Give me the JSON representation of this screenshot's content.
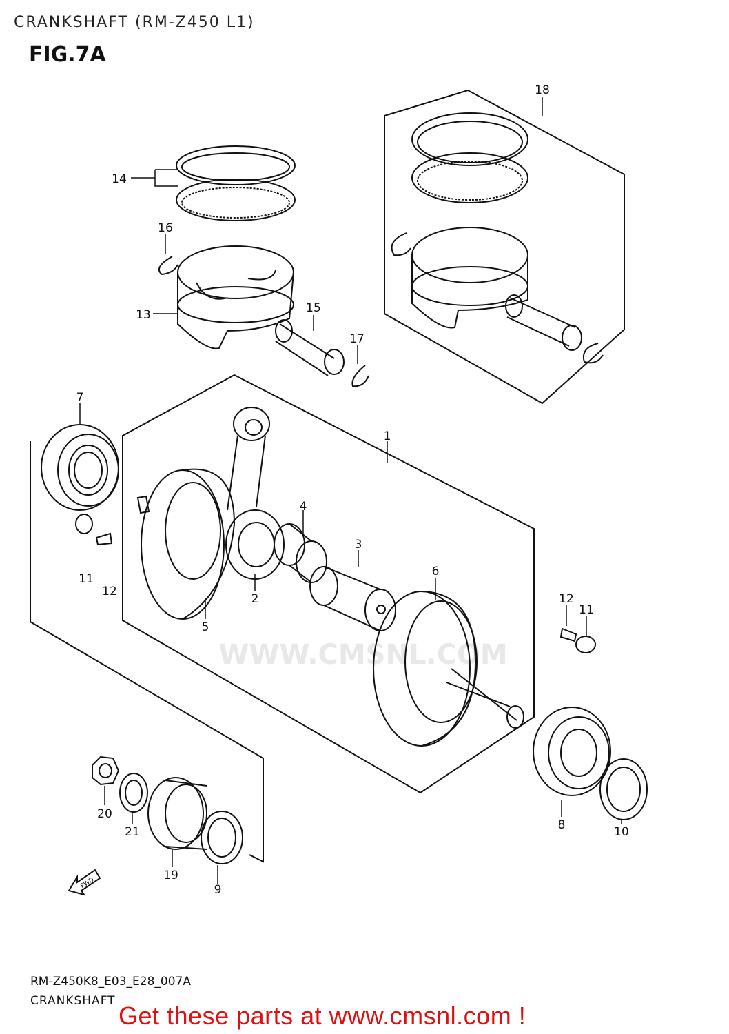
{
  "page": {
    "title": "CRANKSHAFT (RM-Z450 L1)",
    "figure": "FIG.7A",
    "diagram_code": "RM-Z450K8_E03_E28_007A",
    "section": "CRANKSHAFT",
    "call_to_action": "Get these parts at www.cmsnl.com !",
    "watermark": "WWW.CMSNL.COM",
    "fwd_label": "FWD"
  },
  "callouts": {
    "c1": "1",
    "c2": "2",
    "c3": "3",
    "c4": "4",
    "c5": "5",
    "c6": "6",
    "c7": "7",
    "c8": "8",
    "c9": "9",
    "c10": "10",
    "c11a": "11",
    "c11b": "11",
    "c12a": "12",
    "c12b": "12",
    "c13": "13",
    "c14": "14",
    "c15": "15",
    "c16": "16",
    "c17": "17",
    "c18": "18",
    "c19": "19",
    "c20": "20",
    "c21": "21"
  }
}
